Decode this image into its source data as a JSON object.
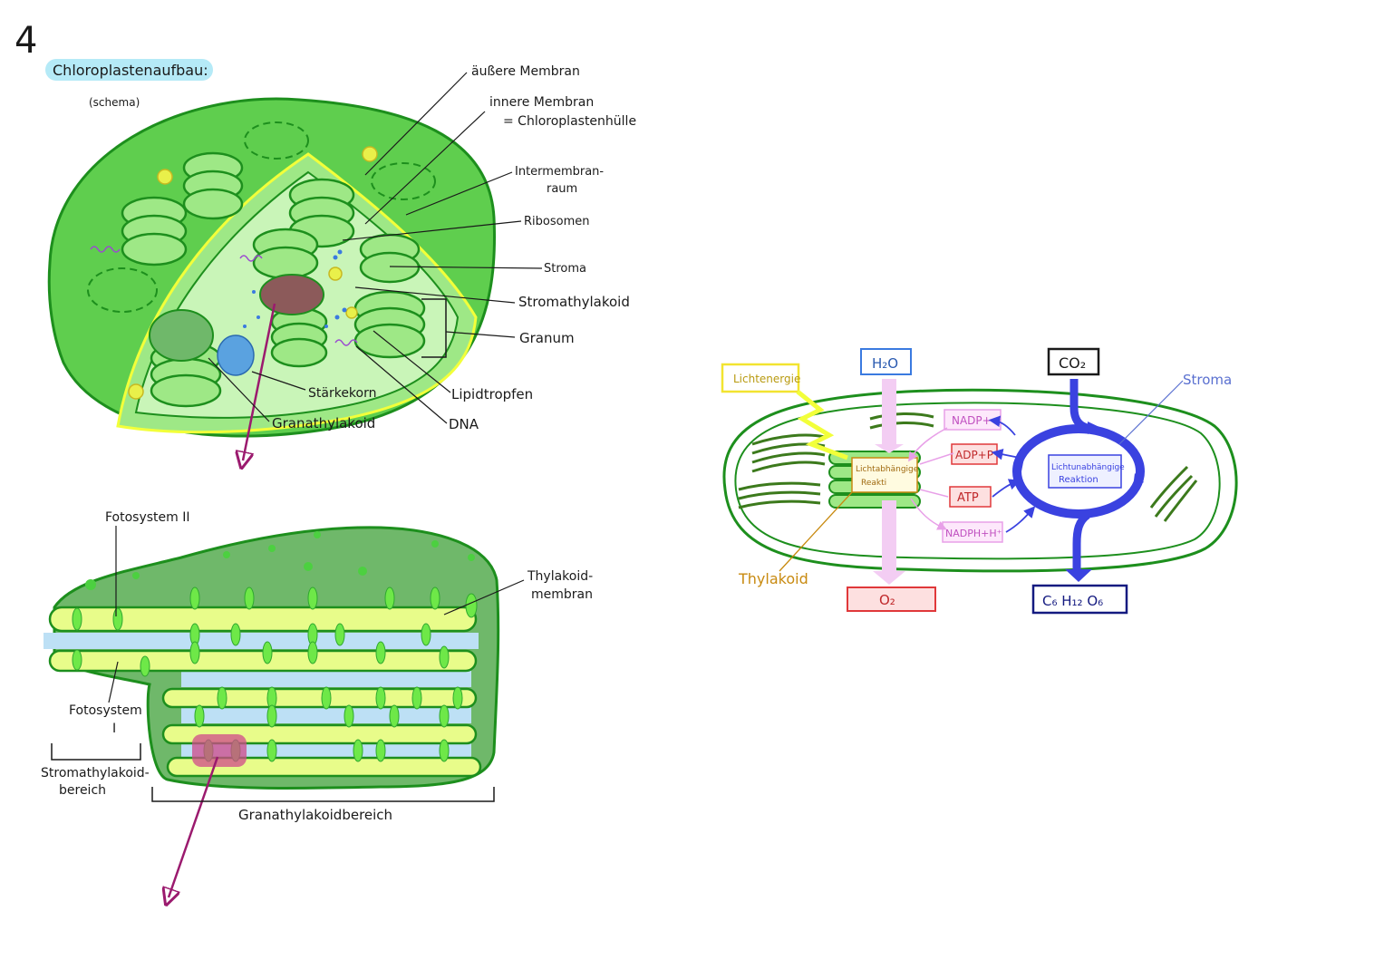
{
  "page_number": "4",
  "title": "Chloroplastenaufbau:",
  "subtitle": "(schema)",
  "chloroplast_labels": {
    "outer_membrane": "äußere Membran",
    "inner_membrane": "innere Membran",
    "envelope": "= Chloroplastenhülle",
    "intermembrane_1": "Intermembran-",
    "intermembrane_2": "raum",
    "ribosomes": "Ribosomen",
    "stroma": "Stroma",
    "stromathylakoid": "Stromathylakoid",
    "granum": "Granum",
    "starch": "Stärkekorn",
    "granathylakoid": "Granathylakoid",
    "lipid": "Lipidtropfen",
    "dna": "DNA"
  },
  "thylakoid_labels": {
    "photosystem2": "Fotosystem II",
    "membrane_1": "Thylakoid-",
    "membrane_2": "membran",
    "photosystem1_a": "Fotosystem",
    "photosystem1_b": "I",
    "stroma_region_1": "Stromathylakoid-",
    "stroma_region_2": "bereich",
    "grana_region": "Granathylakoidbereich"
  },
  "process_labels": {
    "h2o": "H₂O",
    "co2": "CO₂",
    "stroma": "Stroma",
    "light_energy": "Lichtenergie",
    "nadp": "NADP+",
    "adp": "ADP+P",
    "atp": "ATP",
    "nadph": "NADPH+H⁺",
    "light_reaction_1": "Lichtabhängige",
    "light_reaction_2": "Reakti",
    "dark_reaction_1": "Lichtunabhängige",
    "dark_reaction_2": "Reaktion",
    "thylakoid": "Thylakoid",
    "o2": "O₂",
    "glucose": "C₆ H₁₂ O₆"
  },
  "colors": {
    "outer_green": "#5fce4e",
    "dark_green": "#1d8f1d",
    "light_green": "#c9f5b8",
    "yellow": "#f2ff3a",
    "brown": "#8c5a5a",
    "blue": "#3a42e0",
    "purple": "#9b1a6e",
    "pink": "#f0b8f0",
    "red": "#e0383a",
    "navy": "#141a80"
  }
}
